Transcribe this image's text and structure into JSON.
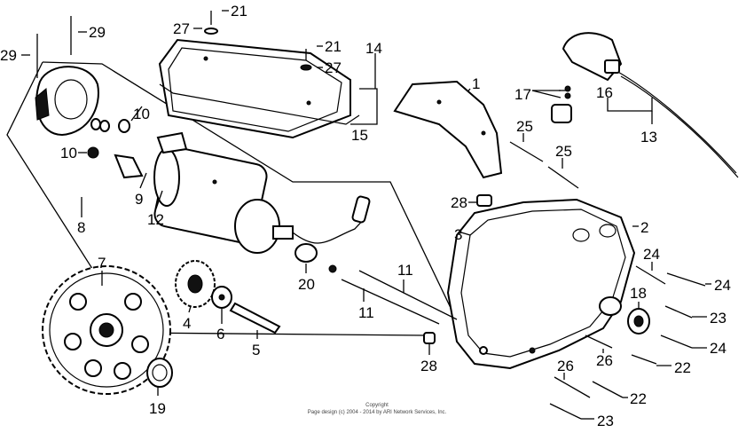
{
  "labels": {
    "l1": "1",
    "l2": "2",
    "l3": "3",
    "l4": "4",
    "l5": "5",
    "l6": "6",
    "l7": "7",
    "l8": "8",
    "l9": "9",
    "l10a": "10",
    "l10b": "10",
    "l11a": "11",
    "l11b": "11",
    "l12": "12",
    "l13": "13",
    "l14": "14",
    "l15": "15",
    "l16": "16",
    "l17": "17",
    "l18": "18",
    "l19": "19",
    "l20": "20",
    "l21a": "21",
    "l21b": "21",
    "l22a": "22",
    "l22b": "22",
    "l23a": "23",
    "l23b": "23",
    "l24a": "24",
    "l24b": "24",
    "l24c": "24",
    "l25a": "25",
    "l25b": "25",
    "l26a": "26",
    "l26b": "26",
    "l27a": "27",
    "l27b": "27",
    "l28a": "28",
    "l28b": "28",
    "l29a": "29",
    "l29b": "29"
  },
  "copyright": {
    "line1": "Copyright",
    "line2": "Page design (c) 2004 - 2014 by ARI Network Services, Inc."
  }
}
